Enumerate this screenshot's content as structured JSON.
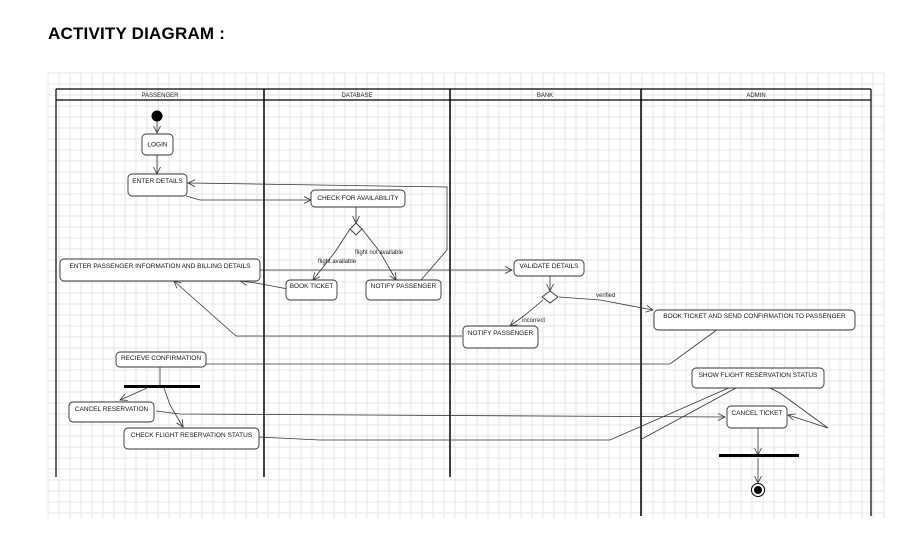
{
  "title": "ACTIVITY DIAGRAM :",
  "lanes": [
    "PASSENGER",
    "DATABASE",
    "BANK",
    "ADMIN"
  ],
  "activities": {
    "login": "LOGIN",
    "enter_details": "ENTER DETAILS",
    "check_availability": "CHECK FOR AVAILABILITY",
    "enter_passenger_info": "ENTER PASSENGER INFORMATION AND BILLING DETAILS",
    "book_ticket": "BOOK TICKET",
    "notify_passenger_db": "NOTIFY PASSENGER",
    "validate_details": "VALIDATE DETAILS",
    "notify_passenger_bank": "NOTIFY PASSENGER",
    "book_send_confirmation": "BOOK TICKET AND SEND CONFIRMATION TO PASSENGER",
    "recieve_confirmation": "RECIEVE CONFIRMATION",
    "show_status": "SHOW FLIGHT RESERVATION STATUS",
    "cancel_reservation": "CANCEL RESERVATION",
    "cancel_ticket": "CANCEL TICKET",
    "check_status": "CHECK FLIGHT RESERVATION STATUS"
  },
  "guards": {
    "flight_not_available": "flight not available",
    "flight_available": "flight available",
    "verified": "verified",
    "incorrect": "incorrect"
  }
}
